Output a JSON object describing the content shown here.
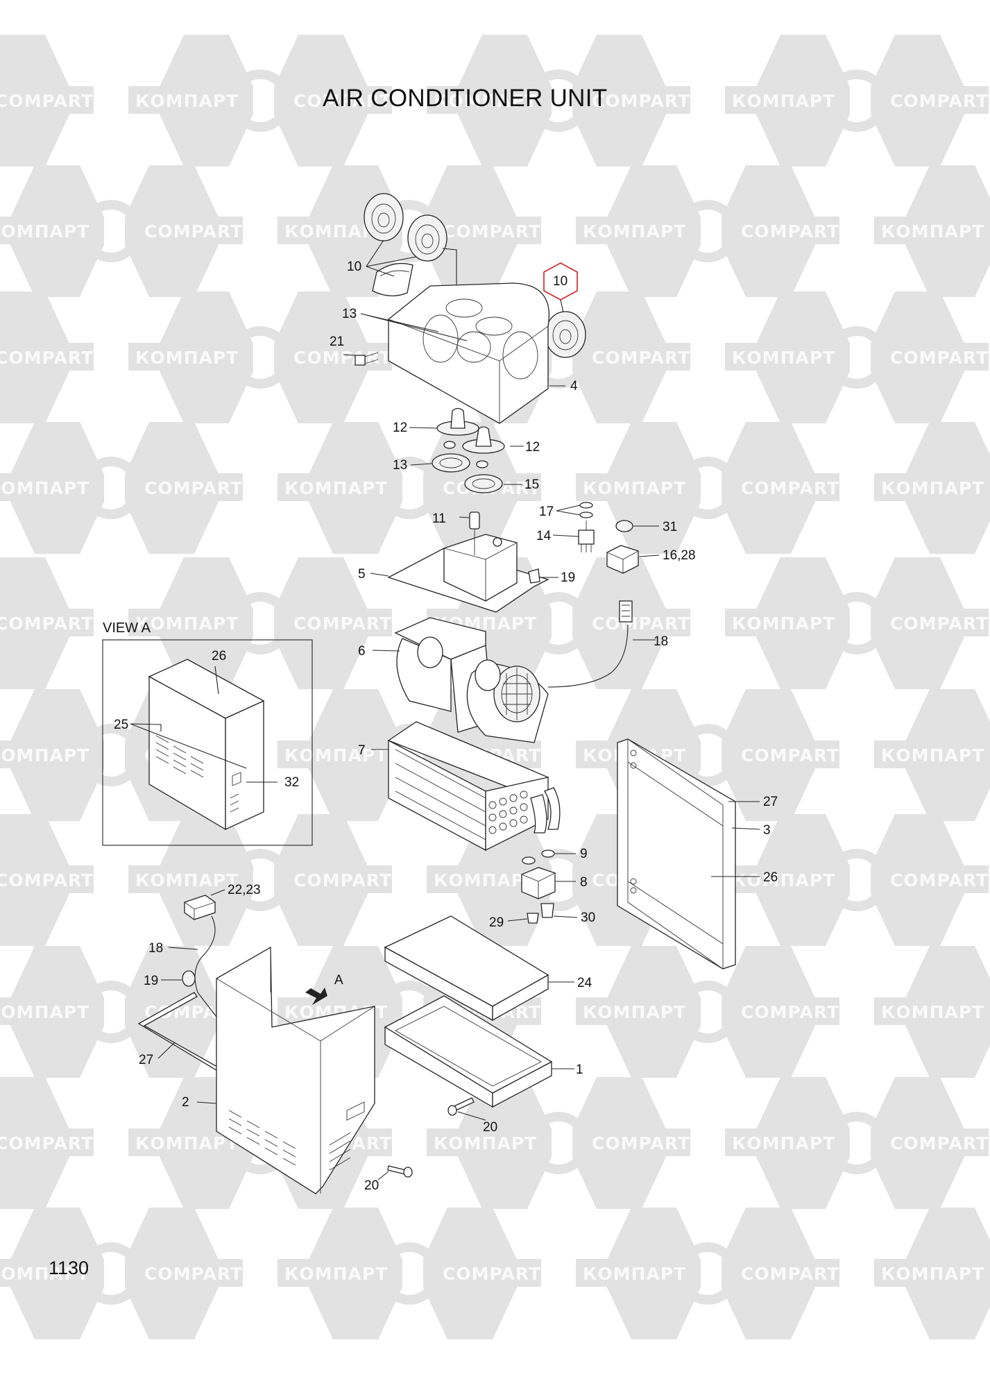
{
  "title": "AIR CONDITIONER UNIT",
  "page_number": "1130",
  "view_label": "VIEW A",
  "watermark": {
    "latin": "COMPART",
    "cyrillic": "КОМПАРТ",
    "color": "#e2e2e2"
  },
  "highlight_color": "#cc2222",
  "callouts": {
    "c10a": "10",
    "c10b": "10",
    "c13a": "13",
    "c21": "21",
    "c4": "4",
    "c12a": "12",
    "c12b": "12",
    "c13b": "13",
    "c15": "15",
    "c11": "11",
    "c17": "17",
    "c14": "14",
    "c31": "31",
    "c16_28": "16,28",
    "c5": "5",
    "c19a": "19",
    "c18a": "18",
    "c6": "6",
    "c7": "7",
    "c27a": "27",
    "c3": "3",
    "c9": "9",
    "c8": "8",
    "c26a": "26",
    "c29": "29",
    "c30": "30",
    "c22_23": "22,23",
    "c18b": "18",
    "c19b": "19",
    "cA": "A",
    "c24": "24",
    "c27b": "27",
    "c1": "1",
    "c2": "2",
    "c20a": "20",
    "c20b": "20",
    "v26": "26",
    "v25": "25",
    "v32": "32"
  }
}
